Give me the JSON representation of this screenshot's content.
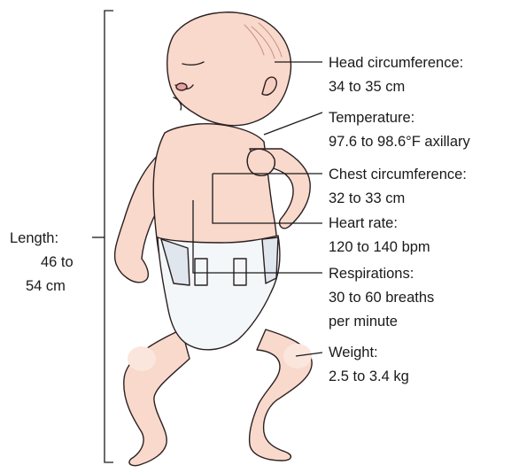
{
  "diagram": {
    "length": {
      "label": "Length:",
      "line2": "46 to",
      "line3": "54 cm"
    },
    "annotations": [
      {
        "key": "head",
        "title": "Head circumference:",
        "value": "34 to 35 cm"
      },
      {
        "key": "temp",
        "title": "Temperature:",
        "value": "97.6 to 98.6°F axillary"
      },
      {
        "key": "chest",
        "title": "Chest circumference:",
        "value": "32 to 33 cm"
      },
      {
        "key": "heart",
        "title": "Heart rate:",
        "value": "120 to 140 bpm"
      },
      {
        "key": "resp",
        "title": "Respirations:",
        "value": "30 to 60 breaths",
        "value2": "per minute"
      },
      {
        "key": "weight",
        "title": "Weight:",
        "value": "2.5 to 3.4 kg"
      }
    ],
    "colors": {
      "skin": "#f8d9cc",
      "skin_shade": "#efc0b0",
      "outline": "#2b2020",
      "diaper": "#f4f7fa",
      "diaper_shade": "#dfe6ee",
      "hair": "#c98e84",
      "line": "#1a1a1a"
    }
  }
}
